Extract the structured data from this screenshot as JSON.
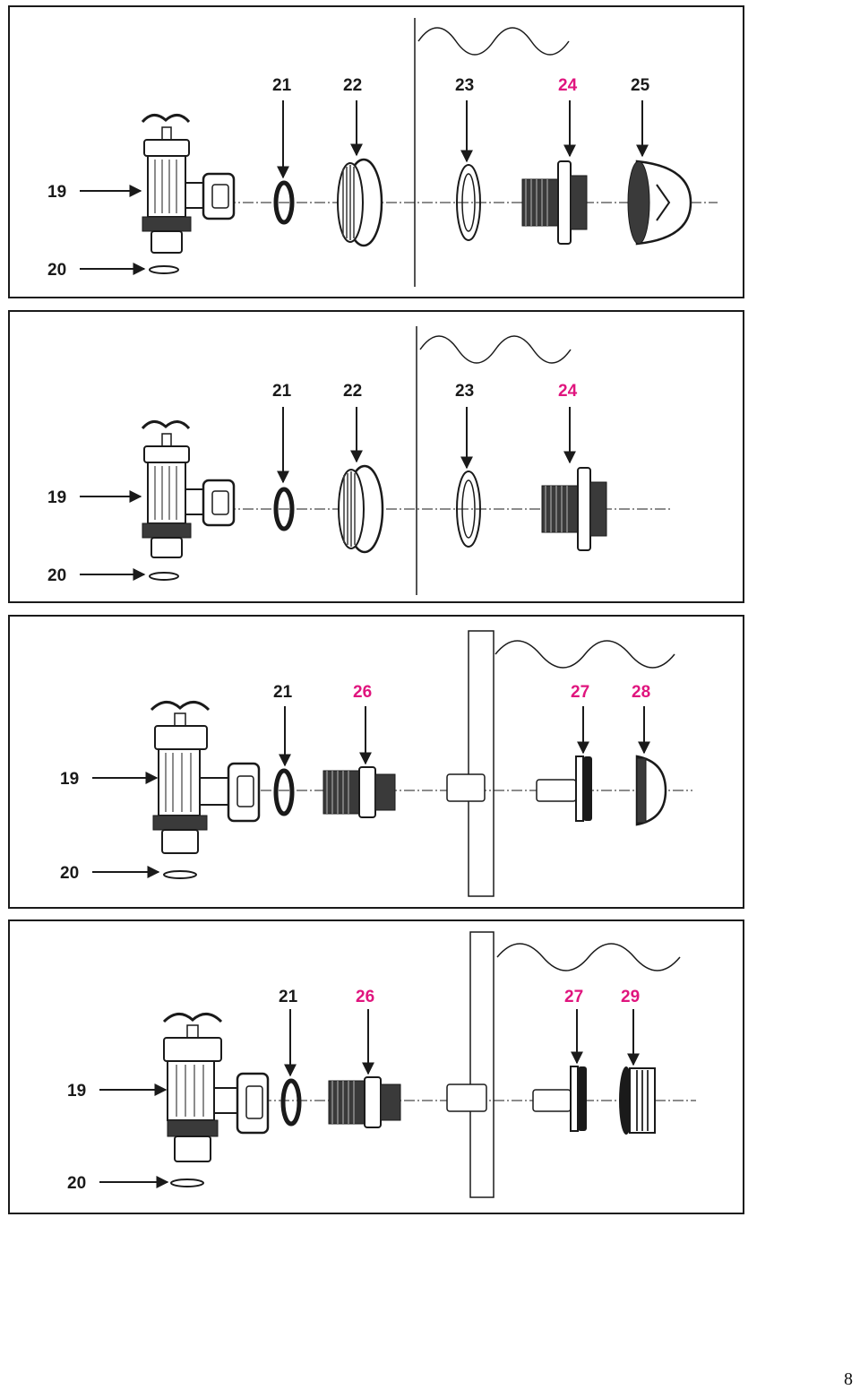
{
  "colors": {
    "label_black": "#1a1a1a",
    "label_magenta": "#e0157e",
    "line": "#1a1a1a",
    "part_fill": "#ffffff",
    "part_dark": "#3a3a3a"
  },
  "panels": [
    {
      "id": "panel-1",
      "labels": {
        "p19": "19",
        "p20": "20",
        "p21": "21",
        "p22": "22",
        "p23": "23",
        "p24": "24",
        "p25": "25"
      },
      "highlighted": [
        "p24"
      ]
    },
    {
      "id": "panel-2",
      "labels": {
        "p19": "19",
        "p20": "20",
        "p21": "21",
        "p22": "22",
        "p23": "23",
        "p24": "24"
      },
      "highlighted": [
        "p24"
      ]
    },
    {
      "id": "panel-3",
      "labels": {
        "p19": "19",
        "p20": "20",
        "p21": "21",
        "p26": "26",
        "p27": "27",
        "p28": "28"
      },
      "highlighted": [
        "p26",
        "p27",
        "p28"
      ]
    },
    {
      "id": "panel-4",
      "labels": {
        "p19": "19",
        "p20": "20",
        "p21": "21",
        "p26": "26",
        "p27": "27",
        "p29": "29"
      },
      "highlighted": [
        "p26",
        "p27",
        "p29"
      ]
    }
  ],
  "page": {
    "number": "8"
  }
}
